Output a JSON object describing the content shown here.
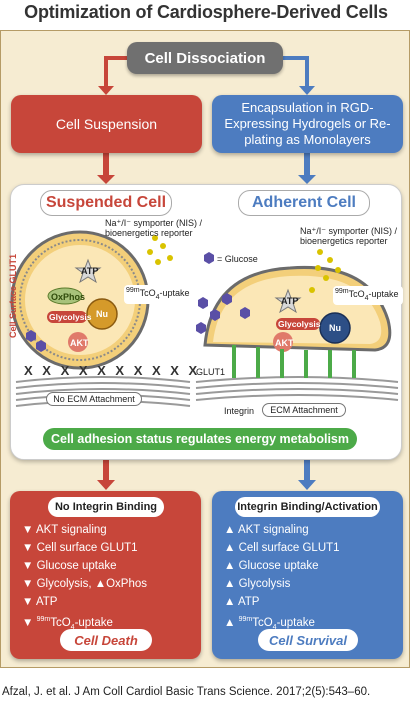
{
  "title": "Optimization of Cardiosphere-Derived Cells",
  "top": {
    "label": "Cell Dissociation"
  },
  "left_method": "Cell Suspension",
  "right_method": "Encapsulation in RGD-Expressing Hydrogels or Re-plating as Monolayers",
  "left_cell": {
    "title": "Suspended Cell",
    "nis_label": "Na⁺/I⁻ symporter (NIS) / bioenergetics reporter",
    "glut_label": "Cell Surface GLUT1",
    "atp": "ATP",
    "oxphos": "OxPhos",
    "glycolysis": "Glycolysis",
    "nu": "Nu",
    "akt": "AKT",
    "uptake": "99mTcO4-uptake",
    "ecm": "No ECM Attachment",
    "marks": "X X X X X X X X X X"
  },
  "right_cell": {
    "title": "Adherent Cell",
    "nis_label": "Na⁺/I⁻ symporter (NIS) / bioenergetics reporter",
    "glucose_legend": "= Glucose",
    "atp": "ATP",
    "glycolysis": "Glycolysis",
    "nu": "Nu",
    "akt": "AKT",
    "uptake": "99mTcO4-uptake",
    "glut1": "GLUT1",
    "integrin": "Integrin",
    "ecm": "ECM Attachment"
  },
  "banner": "Cell adhesion status regulates energy metabolism",
  "left_outcome": {
    "header": "No Integrin Binding",
    "items": [
      "▼ AKT signaling",
      "▼ Cell surface GLUT1",
      "▼ Glucose uptake",
      "▼ Glycolysis, ▲OxPhos",
      "▼ ATP"
    ],
    "uptake": "▼ 99mTcO4-uptake",
    "fate": "Cell Death"
  },
  "right_outcome": {
    "header": "Integrin Binding/Activation",
    "items": [
      "▲ AKT signaling",
      "▲ Cell surface GLUT1",
      "▲ Glucose uptake",
      "▲ Glycolysis",
      "▲ ATP"
    ],
    "uptake": "▲ 99mTcO4-uptake",
    "fate": "Cell Survival"
  },
  "citation": "Afzal, J. et al. J Am Coll Cardiol Basic Trans Science. 2017;2(5):543–60.",
  "colors": {
    "red": "#c7463a",
    "blue": "#4d7cc0",
    "green": "#4caa48",
    "gray": "#707070",
    "beige": "#f6ecd2"
  }
}
